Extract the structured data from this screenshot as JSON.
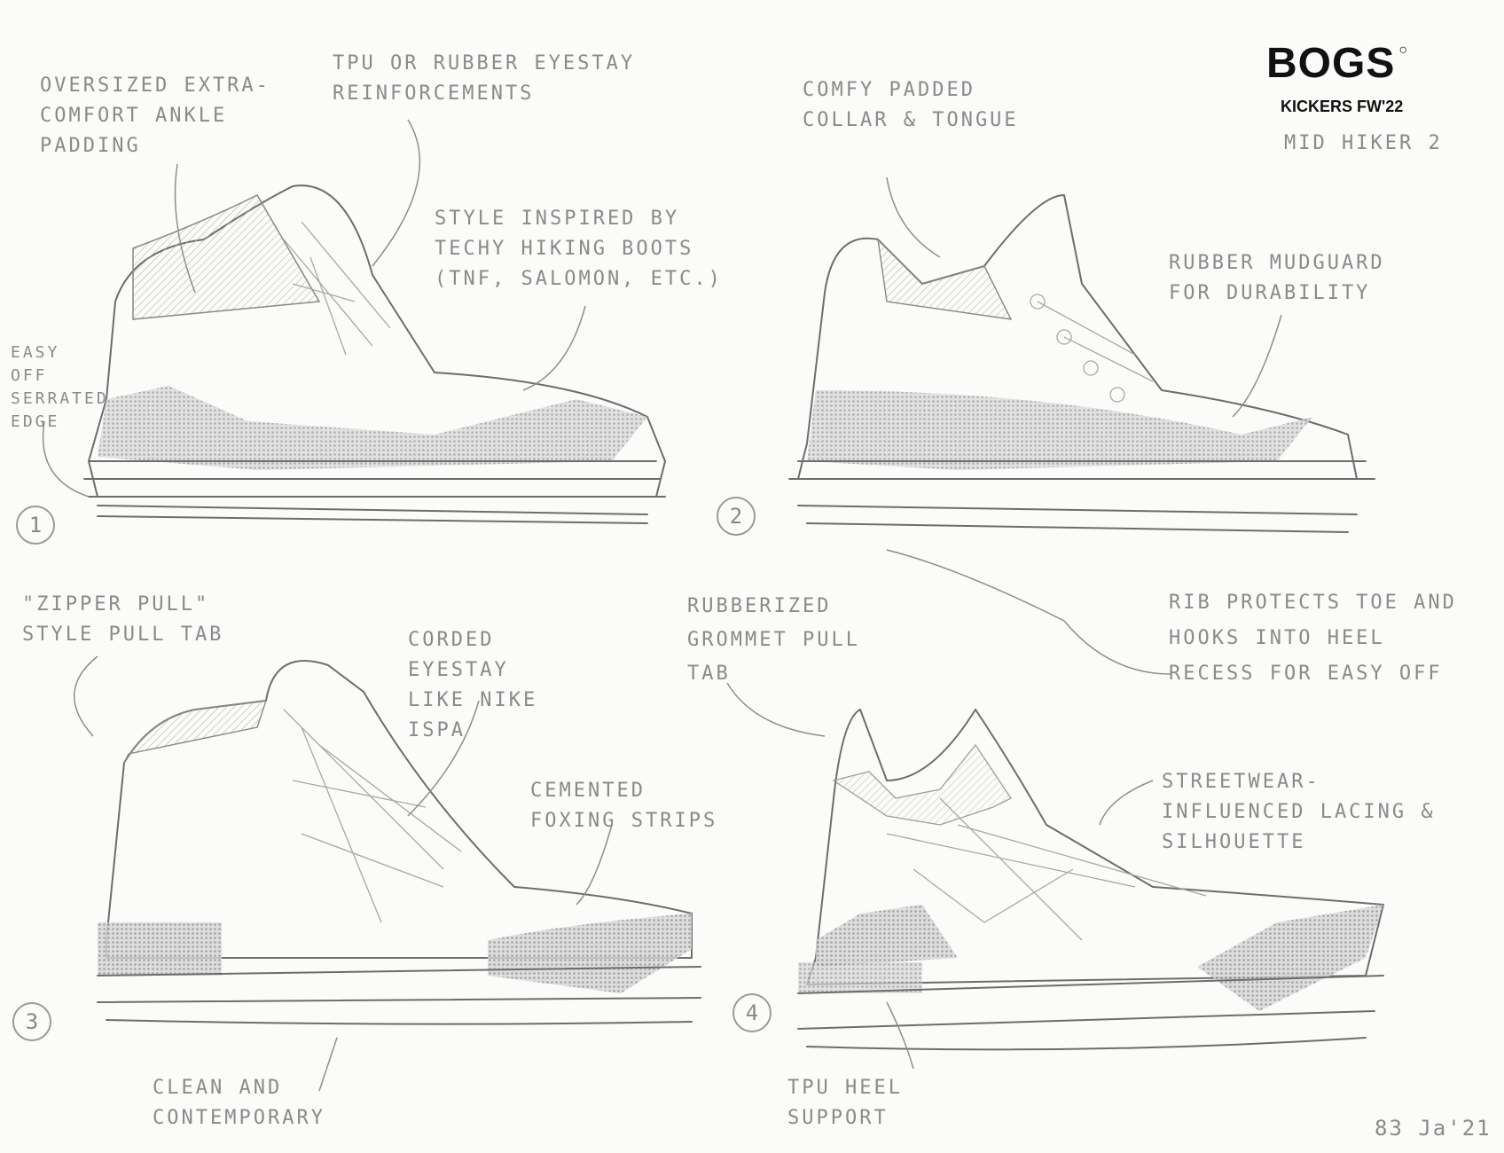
{
  "header": {
    "brand": "BOGS",
    "collection": "KICKERS FW'22",
    "model": "MID HIKER 2"
  },
  "concepts": [
    {
      "number": "1",
      "notes": [
        "OVERSIZED EXTRA-COMFORT ANKLE PADDING",
        "TPU OR RUBBER EYESTAY REINFORCEMENTS",
        "STYLE INSPIRED BY TECHY HIKING BOOTS (TNF, SALOMON, ETC.)",
        "EASY OFF SERRATED EDGE"
      ]
    },
    {
      "number": "2",
      "notes": [
        "COMFY PADDED COLLAR & TONGUE",
        "RUBBER MUDGUARD FOR DURABILITY",
        "RIB PROTECTS TOE AND HOOKS INTO HEEL RECESS FOR EASY OFF"
      ]
    },
    {
      "number": "3",
      "notes": [
        "\"ZIPPER PULL\" STYLE PULL TAB",
        "CORDED EYESTAY LIKE NIKE ISPA",
        "CEMENTED FOXING STRIPS",
        "CLEAN AND CONTEMPORARY"
      ]
    },
    {
      "number": "4",
      "notes": [
        "RUBBERIZED GROMMET PULL TAB",
        "STREETWEAR-INFLUENCED LACING & SILHOUETTE",
        "TPU HEEL SUPPORT"
      ]
    }
  ],
  "signature": "83 Ja'21"
}
